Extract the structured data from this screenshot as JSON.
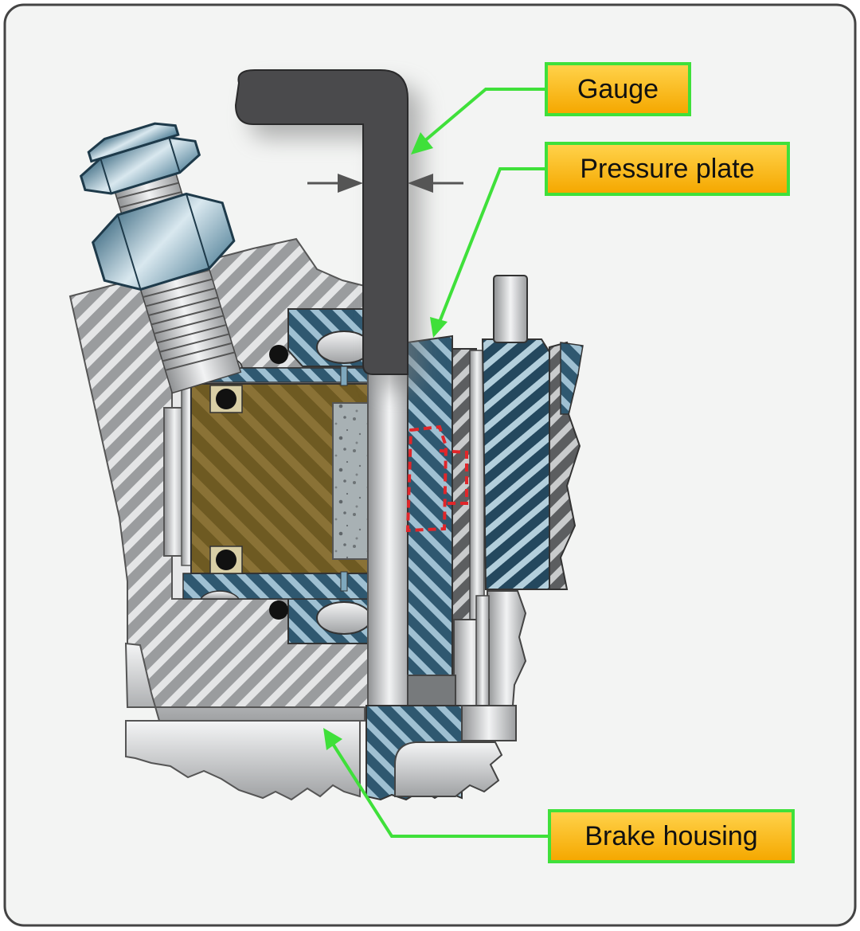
{
  "labels": {
    "gauge": "Gauge",
    "pressure_plate": "Pressure plate",
    "brake_housing": "Brake housing"
  },
  "colors": {
    "background": "#f3f4f3",
    "frame": "#444444",
    "leader_line": "#3fe03a",
    "callout_fill": "#ffc21a",
    "gauge": "#4a4a4c",
    "housing": "#8d8f91",
    "piston": "#7a6428",
    "lining": "#a9b0b2",
    "disc_blue": "#3e6a82",
    "wear_indicator": "#e0262a"
  },
  "icons": {
    "bleeder_fitting": "hex-fitting-icon",
    "measurement_arrows": "arrow-pair-icon",
    "o_ring": "o-ring-icon"
  }
}
